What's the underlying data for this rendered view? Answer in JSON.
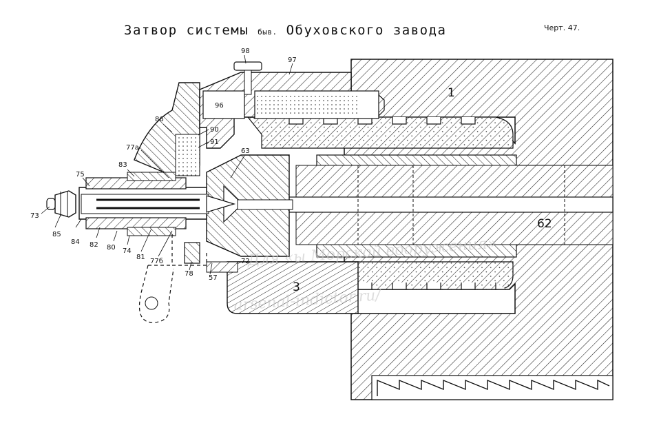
{
  "title": {
    "main_a": "Затвор системы",
    "small": "быв.",
    "main_b": "Обуховского завода"
  },
  "sheet_label": "Черт. 47.",
  "labels": {
    "l1": "1",
    "l3": "3",
    "l57": "57",
    "l62": "62",
    "l63": "63",
    "l72": "72",
    "l73": "73",
    "l74": "74",
    "l75": "75",
    "l77a": "77a",
    "l77b": "77б",
    "l78": "78",
    "l80": "80",
    "l81": "81",
    "l82": "82",
    "l83": "83",
    "l84": "84",
    "l85": "85",
    "l86": "86",
    "l90": "90",
    "l91": "91",
    "l96": "96",
    "l97": "97",
    "l98": "98"
  },
  "watermark": {
    "line1": "Для «ы Морской вооружения»",
    "line2": "arsenal-indictor.ru/"
  }
}
